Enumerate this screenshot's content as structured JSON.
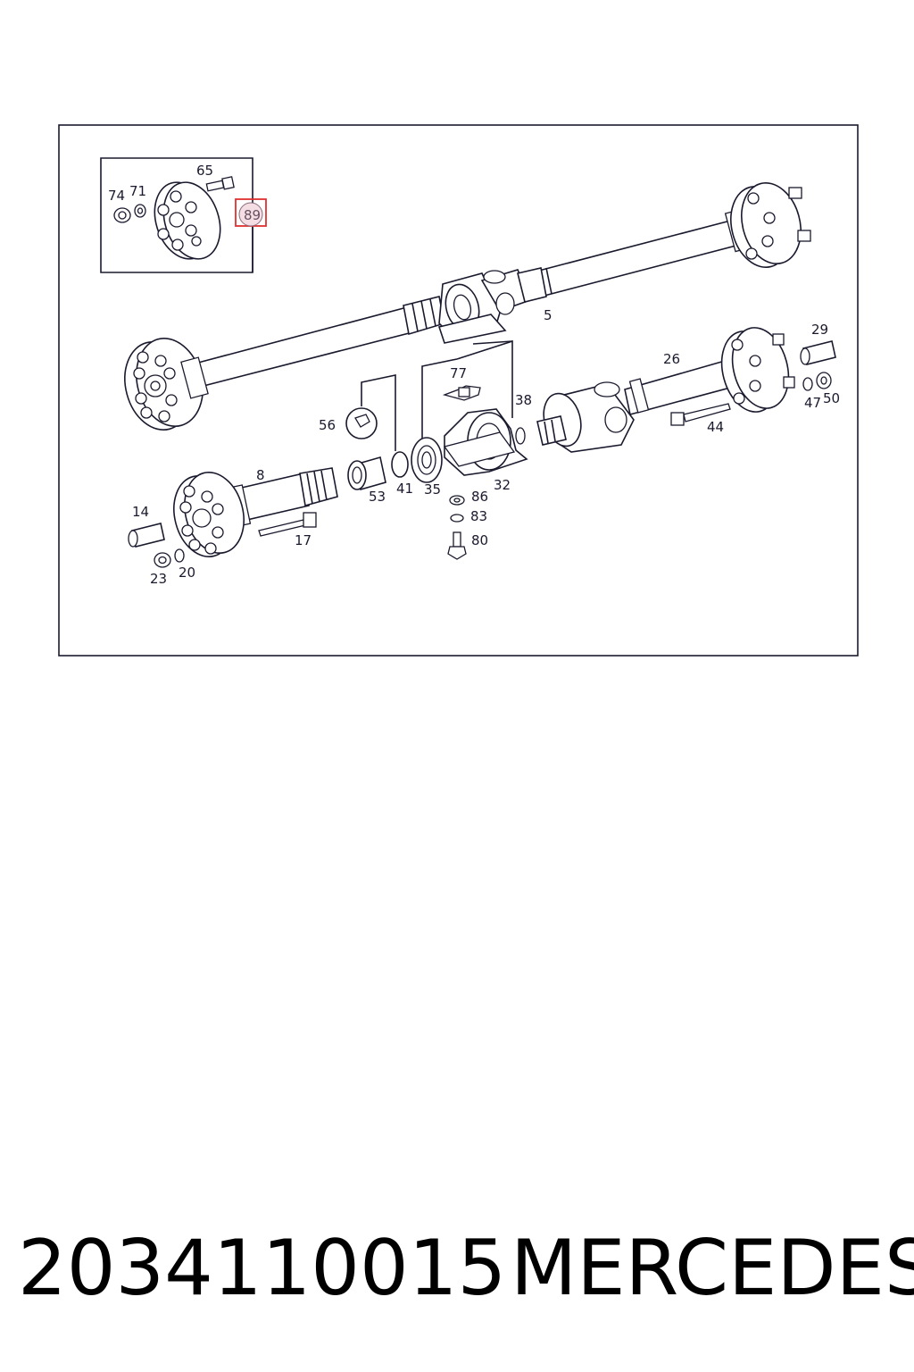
{
  "diagram": {
    "labels": {
      "p65": "65",
      "p74": "74",
      "p71": "71",
      "p89": "89",
      "p5": "5",
      "p29": "29",
      "p26": "26",
      "p77": "77",
      "p38": "38",
      "p56": "56",
      "p47": "47",
      "p50": "50",
      "p44": "44",
      "p8": "8",
      "p53": "53",
      "p41": "41",
      "p35": "35",
      "p32": "32",
      "p86": "86",
      "p83": "83",
      "p80": "80",
      "p14": "14",
      "p17": "17",
      "p23": "23",
      "p20": "20"
    },
    "highlight_color": "#e03030",
    "line_color": "#1a1a2e"
  },
  "footer": {
    "part_number": "2034110015",
    "brand": "MERCEDES"
  }
}
